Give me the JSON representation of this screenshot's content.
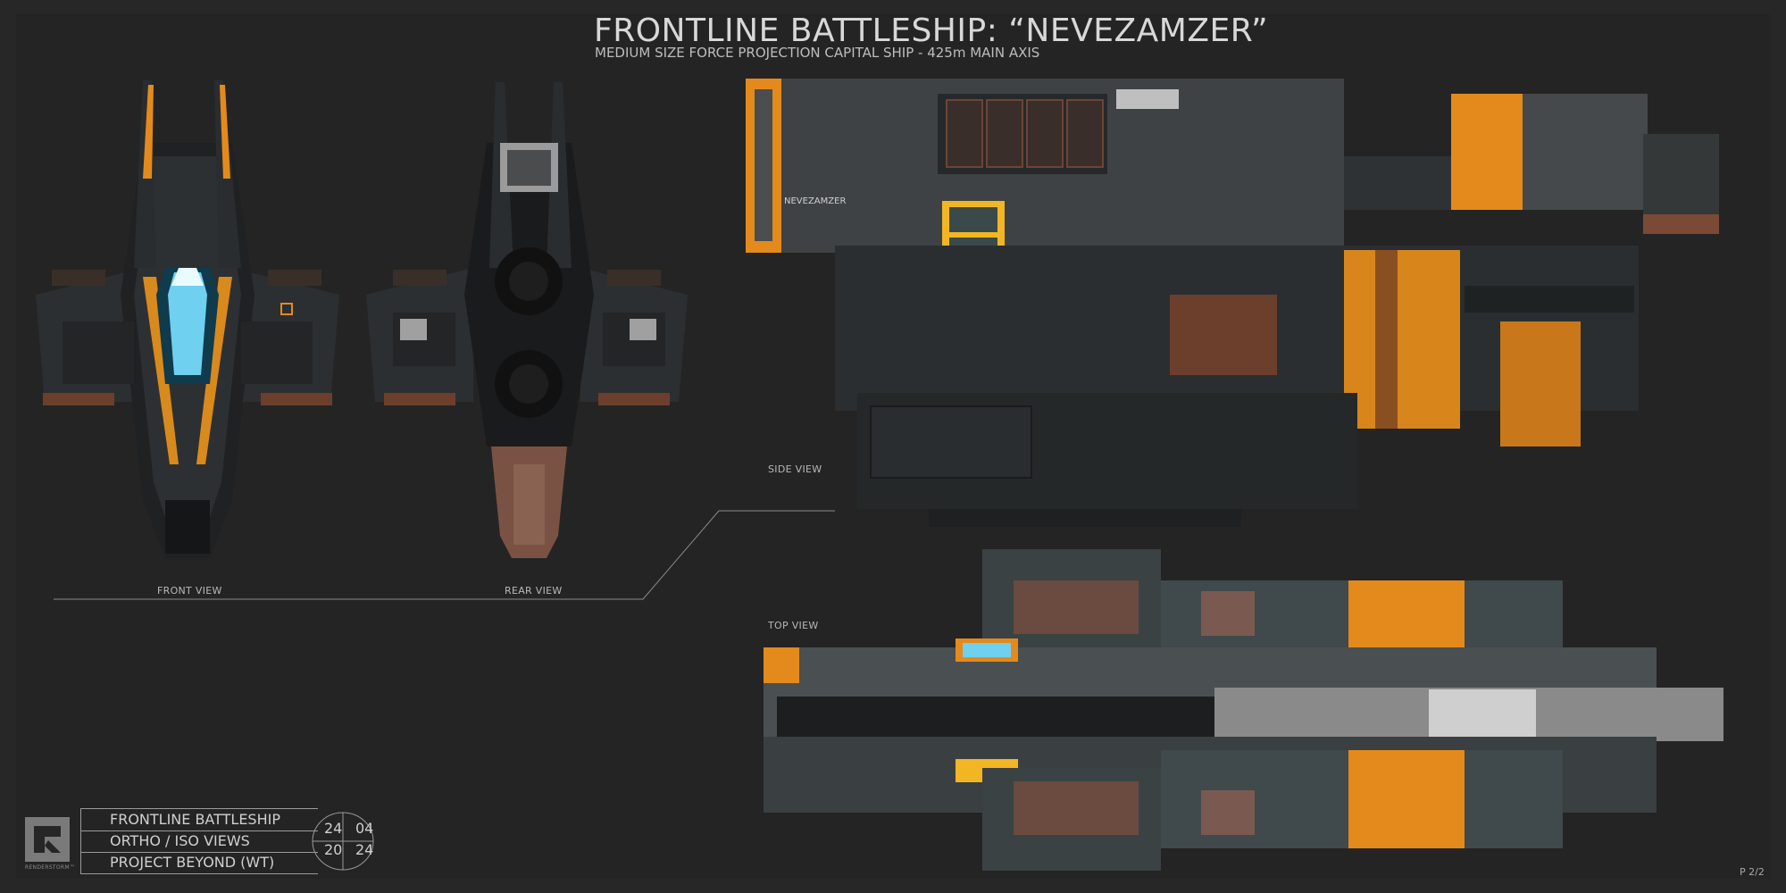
{
  "header": {
    "title": "FRONTLINE BATTLESHIP: “NEVEZAMZER”",
    "subtitle": "MEDIUM SIZE FORCE PROJECTION CAPITAL SHIP - 425m MAIN AXIS"
  },
  "views": {
    "front": "FRONT VIEW",
    "rear": "REAR VIEW",
    "side": "SIDE VIEW",
    "top": "TOP VIEW"
  },
  "hull_marking": "NEVEZAMZER",
  "title_block": {
    "line1": "FRONTLINE BATTLESHIP",
    "line2": "ORTHO / ISO VIEWS",
    "line3": "PROJECT BEYOND (WT)",
    "date_top_left": "24",
    "date_top_right": "04",
    "date_bottom_left": "20",
    "date_bottom_right": "24"
  },
  "logo_text": "RENDERSTORM™",
  "page_number": "P 2/2",
  "colors": {
    "background": "#242424",
    "hull_dark": "#2e3133",
    "hull_mid": "#44484a",
    "accent_orange": "#e48a1c",
    "rust": "#7a4a36",
    "cyan_glow": "#8fe4ff"
  }
}
